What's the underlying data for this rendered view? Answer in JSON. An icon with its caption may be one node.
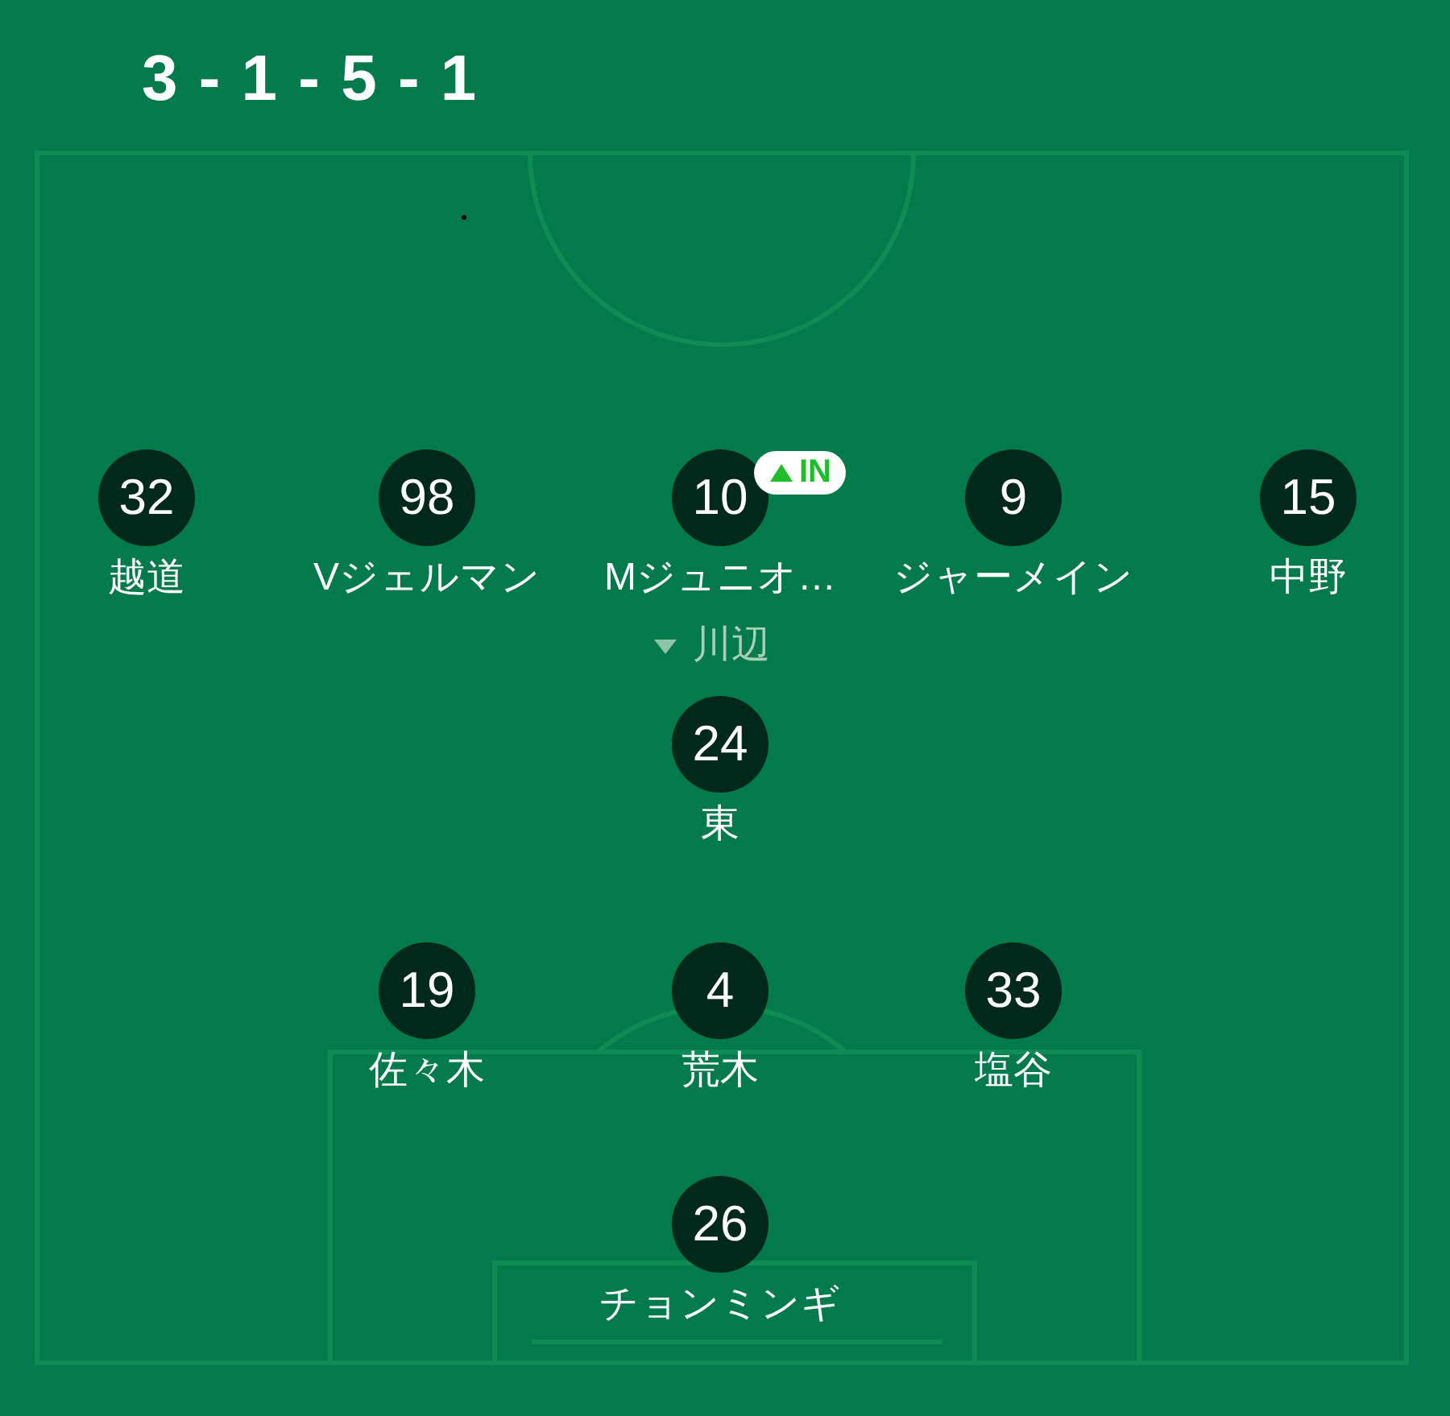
{
  "diagram": {
    "title": "3 - 1 - 5 - 1",
    "nodes": [
      {
        "text": [
          "32"
        ],
        "beside": [
          "越道"
        ]
      },
      {
        "text": [
          "98"
        ],
        "beside": [
          "Vジェルマン"
        ]
      },
      {
        "text": [
          "10"
        ],
        "beside": [
          "Mジュニオ…"
        ]
      },
      {
        "text": [
          "9"
        ],
        "beside": [
          "ジャーメイン"
        ]
      },
      {
        "text": [
          "15"
        ],
        "beside": [
          "中野"
        ]
      },
      {
        "text": [
          "24"
        ],
        "beside": [
          "東"
        ]
      },
      {
        "text": [
          "19"
        ],
        "beside": [
          "佐々木"
        ]
      },
      {
        "text": [
          "4"
        ],
        "beside": [
          "荒木"
        ]
      },
      {
        "text": [
          "33"
        ],
        "beside": [
          "塩谷"
        ]
      },
      {
        "text": [
          "26"
        ],
        "beside": [
          "チョンミンギ"
        ]
      }
    ],
    "labels": [
      "IN",
      "川辺"
    ]
  }
}
